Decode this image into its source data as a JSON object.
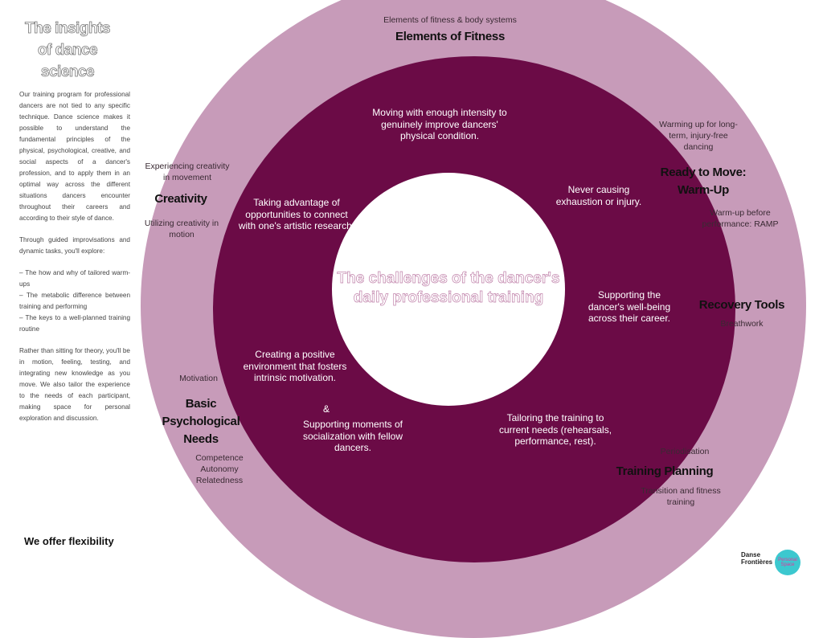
{
  "sidebar": {
    "title": "The insights of dance science",
    "p1": "Our training program for professional dancers are not tied to any specific technique. Dance science makes it possible to understand the fundamental principles of the physical, psychological, creative, and social aspects of a dancer's profession, and to apply them in an optimal way across the different situations dancers encounter throughout their careers and according to their style of dance.",
    "p2": "Through guided improvisations and dynamic tasks, you'll explore:",
    "bullets": [
      "– The how and why of tailored warm-ups",
      "– The metabolic difference between training and performing",
      "– The keys to a well-planned training routine"
    ],
    "p3": "Rather than sitting for theory, you'll be in motion, feeling, testing, and integrating new knowledge as you move. We also tailor the experience to the needs of each participant, making space for personal exploration and discussion.",
    "footer": "We offer flexibility"
  },
  "center_title": "The challenges of the dancer's daily professional training",
  "outer": {
    "fitness": {
      "sub": "Elements of fitness & body systems",
      "head": "Elements of Fitness"
    },
    "warmup": {
      "sub": "Warming up for long-term, injury-free dancing",
      "head": "Ready to Move: Warm-Up",
      "sub2": "Warm-up before performance: RAMP"
    },
    "recovery": {
      "head": "Recovery Tools",
      "sub": "Breathwork"
    },
    "planning": {
      "sub": "Periodisation",
      "head": "Training Planning",
      "sub2": "Transition and fitness training"
    },
    "psych": {
      "sub": "Motivation",
      "head": "Basic Psychological Needs",
      "items": [
        "Competence",
        "Autonomy",
        "Relatedness"
      ]
    },
    "creativity": {
      "sub": "Experiencing creativity in movement",
      "head": "Creativity",
      "sub2": "Utilizing creativity in motion"
    }
  },
  "ring": {
    "intensity": "Moving with enough intensity to genuinely improve dancers' physical condition.",
    "exhaustion": "Never causing exhaustion or injury.",
    "wellbeing": "Supporting the dancer's well-being across their career.",
    "tailoring": "Tailoring the training to current needs (rehearsals, performance, rest).",
    "positive": "Creating a positive environment that fosters intrinsic motivation.",
    "amp": "&",
    "social": "Supporting moments of socialization with fellow dancers.",
    "artistic": "Taking advantage of opportunities to connect with one's artistic research."
  },
  "logos": {
    "logo1": "Danse Frontières",
    "logo2": "Personal Space"
  },
  "colors": {
    "outer": "#c79bb9",
    "ring": "#6b0b46"
  }
}
